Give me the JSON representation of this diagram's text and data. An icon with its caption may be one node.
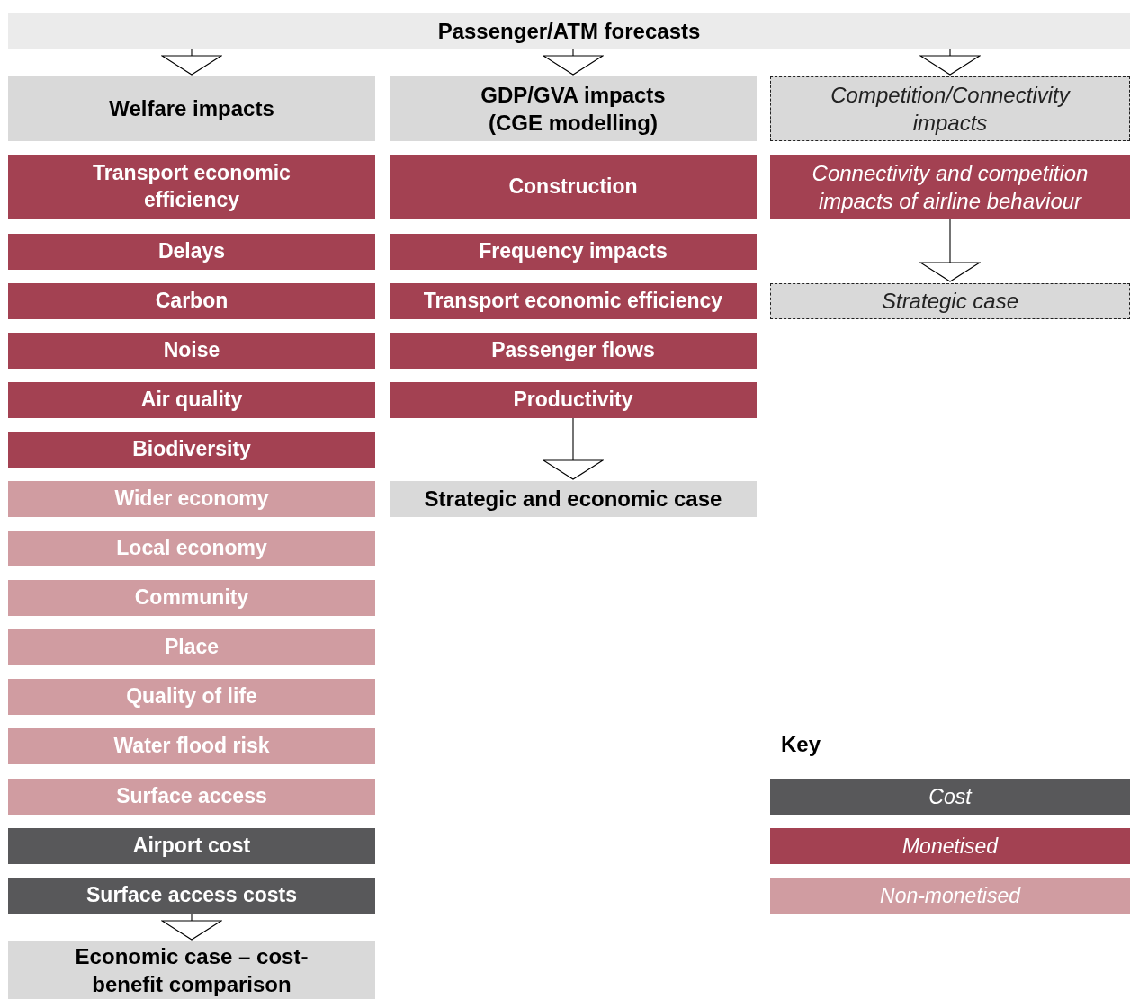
{
  "diagram": {
    "nodes": [
      {
        "text": [
          "Passenger/ATM forecasts"
        ]
      },
      {
        "text": [
          "Welfare impacts"
        ]
      },
      {
        "text": [
          "GDP/GVA impacts (CGE modelling)"
        ]
      },
      {
        "text": [
          "Competition/Connectivity impacts"
        ]
      },
      {
        "text": [
          "Transport economic efficiency"
        ]
      },
      {
        "text": [
          "Construction"
        ]
      },
      {
        "text": [
          "Connectivity and competition impacts of airline behaviour"
        ]
      },
      {
        "text": [
          "Delays"
        ]
      },
      {
        "text": [
          "Frequency impacts"
        ]
      },
      {
        "text": [
          "Carbon"
        ]
      },
      {
        "text": [
          "Transport economic efficiency"
        ]
      },
      {
        "text": [
          "Strategic case"
        ]
      },
      {
        "text": [
          "Noise"
        ]
      },
      {
        "text": [
          "Passenger flows"
        ]
      },
      {
        "text": [
          "Air quality"
        ]
      },
      {
        "text": [
          "Productivity"
        ]
      },
      {
        "text": [
          "Biodiversity"
        ]
      },
      {
        "text": [
          "Wider economy"
        ]
      },
      {
        "text": [
          "Strategic and economic case"
        ]
      },
      {
        "text": [
          "Local economy"
        ]
      },
      {
        "text": [
          "Community"
        ]
      },
      {
        "text": [
          "Place"
        ]
      },
      {
        "text": [
          "Quality of life"
        ]
      },
      {
        "text": [
          "Water flood risk"
        ]
      },
      {
        "text": [
          "Surface access"
        ]
      },
      {
        "text": [
          "Airport cost"
        ]
      },
      {
        "text": [
          "Surface access costs"
        ]
      },
      {
        "text": [
          "Economic case – cost-benefit comparison"
        ]
      }
    ],
    "edges": [
      {
        "from": 0,
        "to": 1,
        "arrow": "to"
      },
      {
        "from": 0,
        "to": 2,
        "arrow": "to"
      },
      {
        "from": 0,
        "to": 3,
        "arrow": "to"
      },
      {
        "from": 6,
        "to": 11,
        "arrow": "to"
      },
      {
        "from": 15,
        "to": 18,
        "arrow": "to"
      },
      {
        "from": 26,
        "to": 27,
        "arrow": "to"
      }
    ],
    "labels": [
      "Key"
    ],
    "legend": [
      {
        "text": "Cost",
        "color": "#58585a"
      },
      {
        "text": "Monetised",
        "color": "#a34152"
      },
      {
        "text": "Non-monetised",
        "color": "#d09ca1"
      }
    ]
  }
}
